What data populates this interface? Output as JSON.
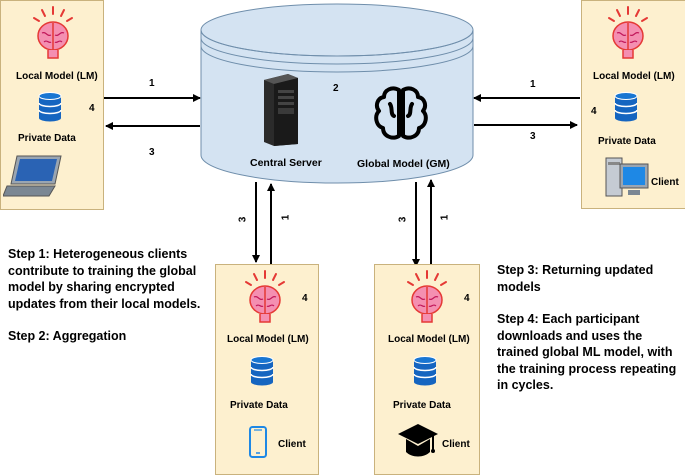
{
  "server": {
    "central_label": "Central Server",
    "global_label": "Global Model (GM)",
    "number": "2"
  },
  "clients": {
    "top_left": {
      "model_label": "Local Model (LM)",
      "data_label": "Private Data",
      "number": "4"
    },
    "top_right": {
      "model_label": "Local Model (LM)",
      "data_label": "Private Data",
      "client_label": "Client",
      "number": "4"
    },
    "bottom_mid": {
      "model_label": "Local Model (LM)",
      "data_label": "Private Data",
      "client_label": "Client",
      "number": "4"
    },
    "bottom_right": {
      "model_label": "Local Model (LM)",
      "data_label": "Private Data",
      "client_label": "Client",
      "number": "4"
    }
  },
  "arrows": {
    "left_in": "1",
    "left_out": "3",
    "right_in": "1",
    "right_out": "3",
    "mid_down": "3",
    "mid_up": "1",
    "right_down": "3",
    "right_up": "1"
  },
  "steps_left": [
    "Step 1: Heterogeneous clients contribute to training the global model by sharing encrypted updates from their local models.",
    "Step 2: Aggregation"
  ],
  "steps_right": [
    "Step 3: Returning updated models",
    "Step 4: Each participant downloads and uses the trained global ML model, with the training process repeating in cycles."
  ],
  "icons": [
    "brain-icon",
    "database-icon",
    "laptop-icon",
    "server-tower-icon",
    "global-brain-icon",
    "desktop-computer-icon",
    "smartphone-icon",
    "graduation-cap-icon"
  ],
  "colors": {
    "card": "#fdf0cf",
    "server_fill": "#d4e3f2",
    "brain_pink": "#f48fb1",
    "brain_red": "#e53935",
    "db_blue": "#1565c0"
  }
}
